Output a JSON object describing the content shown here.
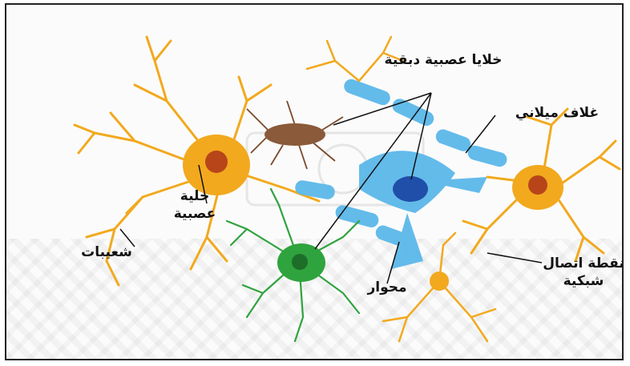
{
  "labels": {
    "glial_cells": "خلايا عصبية دبقية",
    "myelin_sheath": "غلاف ميلاني",
    "neuron": "خلية عصبية",
    "dendrites": "شعيبات",
    "axon": "محوار",
    "synapse": "نقطة اتصال شبكية"
  },
  "colors": {
    "neuron": "#f2a91e",
    "neuron_nucleus": "#b8451a",
    "myelin": "#5bb8ea",
    "glial_nucleus": "#1f4fa8",
    "green_cell": "#2fa33d",
    "brown_cell": "#7a4a2a",
    "pointer": "#111111"
  }
}
